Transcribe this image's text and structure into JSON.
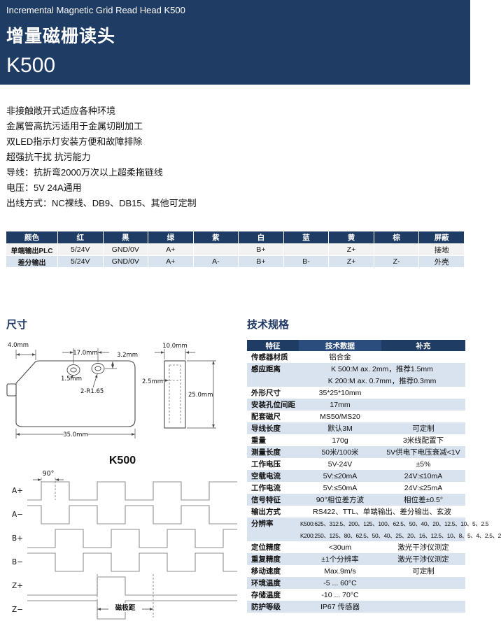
{
  "colors": {
    "navy": "#1e3c64",
    "row_blue": "#d9e3f0",
    "row_gray": "#f2f2f2"
  },
  "header": {
    "subtitle": "Incremental Magnetic Grid Read Head K500",
    "title_cn": "增量磁栅读头",
    "model": "K500"
  },
  "features": [
    "非接触敞开式适应各种环境",
    "金属管高抗污适用于金属切削加工",
    "双LED指示灯安装方便和故障排除",
    "超强抗干扰 抗污能力",
    "导线：抗折弯2000万次以上超柔拖链线",
    "电压：5V 24A通用",
    "出线方式：NC裸线、DB9、DB15、其他可定制"
  ],
  "wiring_table": {
    "headers": [
      "颜色",
      "红",
      "黑",
      "绿",
      "紫",
      "白",
      "蓝",
      "黄",
      "棕",
      "屏蔽"
    ],
    "rows": [
      [
        "单端输出PLC",
        "5/24V",
        "GND/0V",
        "A+",
        "",
        "B+",
        "",
        "Z+",
        "",
        "接地"
      ],
      [
        "差分输出",
        "5/24V",
        "GND/0V",
        "A+",
        "A-",
        "B+",
        "B-",
        "Z+",
        "Z-",
        "外壳"
      ]
    ]
  },
  "dimensions": {
    "section_title": "尺寸",
    "model_label": "K500",
    "labels": {
      "offset": "4.0mm",
      "hole_spacing": "17.0mm",
      "step": "3.2mm",
      "recess": "1.5mm",
      "holes": "2-R1.65",
      "length": "35.0mm",
      "width": "10.0mm",
      "inner": "2.5mm",
      "height": "25.0mm"
    }
  },
  "waveform": {
    "phase": "90°",
    "signals": [
      "A+",
      "A−",
      "B+",
      "B−",
      "Z+",
      "Z−"
    ],
    "pitch": "磁极距"
  },
  "specs": {
    "section_title": "技术规格",
    "headers": [
      "特征",
      "技术数据",
      "补充"
    ],
    "rows": [
      {
        "feature": "传感器材质",
        "data": "铝合金",
        "note": "",
        "span": false,
        "shade": false
      },
      {
        "feature": "感应距离",
        "data": "K 500:M ax. 2mm，推荐1.5mm",
        "note": "",
        "span": true,
        "shade": true
      },
      {
        "feature": "",
        "data": "K 200:M ax. 0.7mm，推荐0.3mm",
        "note": "",
        "span": true,
        "shade": true
      },
      {
        "feature": "外形尺寸",
        "data": "35*25*10mm",
        "note": "",
        "span": false,
        "shade": false
      },
      {
        "feature": "安装孔位间距",
        "data": "17mm",
        "note": "",
        "span": false,
        "shade": true
      },
      {
        "feature": "配套磁尺",
        "data": "MS50/MS20",
        "note": "",
        "span": false,
        "shade": false
      },
      {
        "feature": "导线长度",
        "data": "默认3M",
        "note": "可定制",
        "span": false,
        "shade": true
      },
      {
        "feature": "重量",
        "data": "170g",
        "note": "3米线配置下",
        "span": false,
        "shade": false
      },
      {
        "feature": "测量长度",
        "data": "50米/100米",
        "note": "5V供电下电压衰减<1V",
        "span": false,
        "shade": true
      },
      {
        "feature": "工作电压",
        "data": "5V-24V",
        "note": "±5%",
        "span": false,
        "shade": false
      },
      {
        "feature": "空载电流",
        "data": "5V:≤20mA",
        "note": "24V:≤10mA",
        "span": false,
        "shade": true
      },
      {
        "feature": "工作电流",
        "data": "5V:≤50mA",
        "note": "24V:≤25mA",
        "span": false,
        "shade": false
      },
      {
        "feature": "信号特征",
        "data": "90°相位差方波",
        "note": "相位差±0.5°",
        "span": false,
        "shade": true
      },
      {
        "feature": "输出方式",
        "data": "RS422、TTL、单端输出、差分输出、玄波",
        "note": "",
        "span": true,
        "shade": false
      },
      {
        "feature": "分辨率",
        "data": "K500:625、312.5、200、125、100、62.5、50、40、20、12.5、10、5、2.5",
        "note": "",
        "span": true,
        "shade": true
      },
      {
        "feature": "",
        "data": "K200:250、125、80、62.5、50、40、25、20、16、12.5、10、8、5、4、2.5、2",
        "note": "",
        "span": true,
        "shade": true
      },
      {
        "feature": "定位精度",
        "data": "<30um",
        "note": "激光干涉仪测定",
        "span": false,
        "shade": false
      },
      {
        "feature": "重复精度",
        "data": "±1个分辨率",
        "note": "激光干涉仪测定",
        "span": false,
        "shade": true
      },
      {
        "feature": "移动速度",
        "data": "Max.9m/s",
        "note": "可定制",
        "span": false,
        "shade": false
      },
      {
        "feature": "环境温度",
        "data": "-5 ... 60°C",
        "note": "",
        "span": false,
        "shade": true
      },
      {
        "feature": "存储温度",
        "data": "-10 ... 70°C",
        "note": "",
        "span": false,
        "shade": false
      },
      {
        "feature": "防护等级",
        "data": "IP67 传感器",
        "note": "",
        "span": false,
        "shade": true
      }
    ]
  }
}
